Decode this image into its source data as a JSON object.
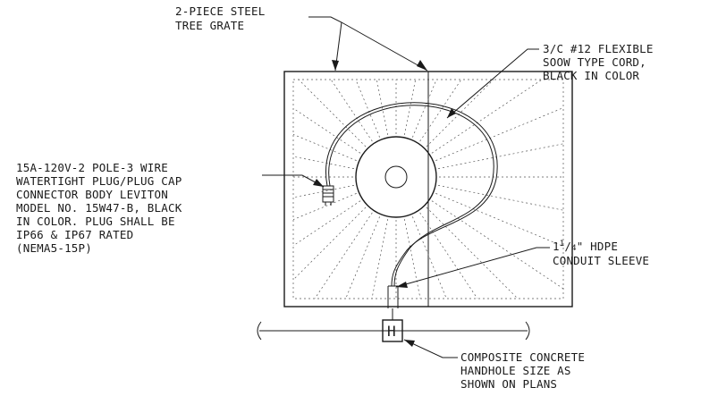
{
  "labels": {
    "grate": [
      "2-PIECE STEEL",
      "TREE GRATE"
    ],
    "cord": [
      "3/C #12 FLEXIBLE",
      "SOOW TYPE CORD,",
      "BLACK IN COLOR"
    ],
    "plug": [
      "15A-120V-2 POLE-3 WIRE",
      "WATERTIGHT PLUG/PLUG CAP",
      "CONNECTOR BODY LEVITON",
      "MODEL NO. 15W47-B, BLACK",
      "IN COLOR. PLUG SHALL BE",
      "IP66 & IP67 RATED",
      "(NEMA5-15P)"
    ],
    "sleeve_fraction_whole": "1",
    "sleeve_fraction_num": "1",
    "sleeve_fraction_den": "4",
    "sleeve_line1_rest": "\" HDPE",
    "sleeve_line2": "CONDUIT SLEEVE",
    "handhole": [
      "COMPOSITE CONCRETE",
      "HANDHOLE SIZE AS",
      "SHOWN ON PLANS"
    ],
    "handhole_symbol": "H"
  }
}
